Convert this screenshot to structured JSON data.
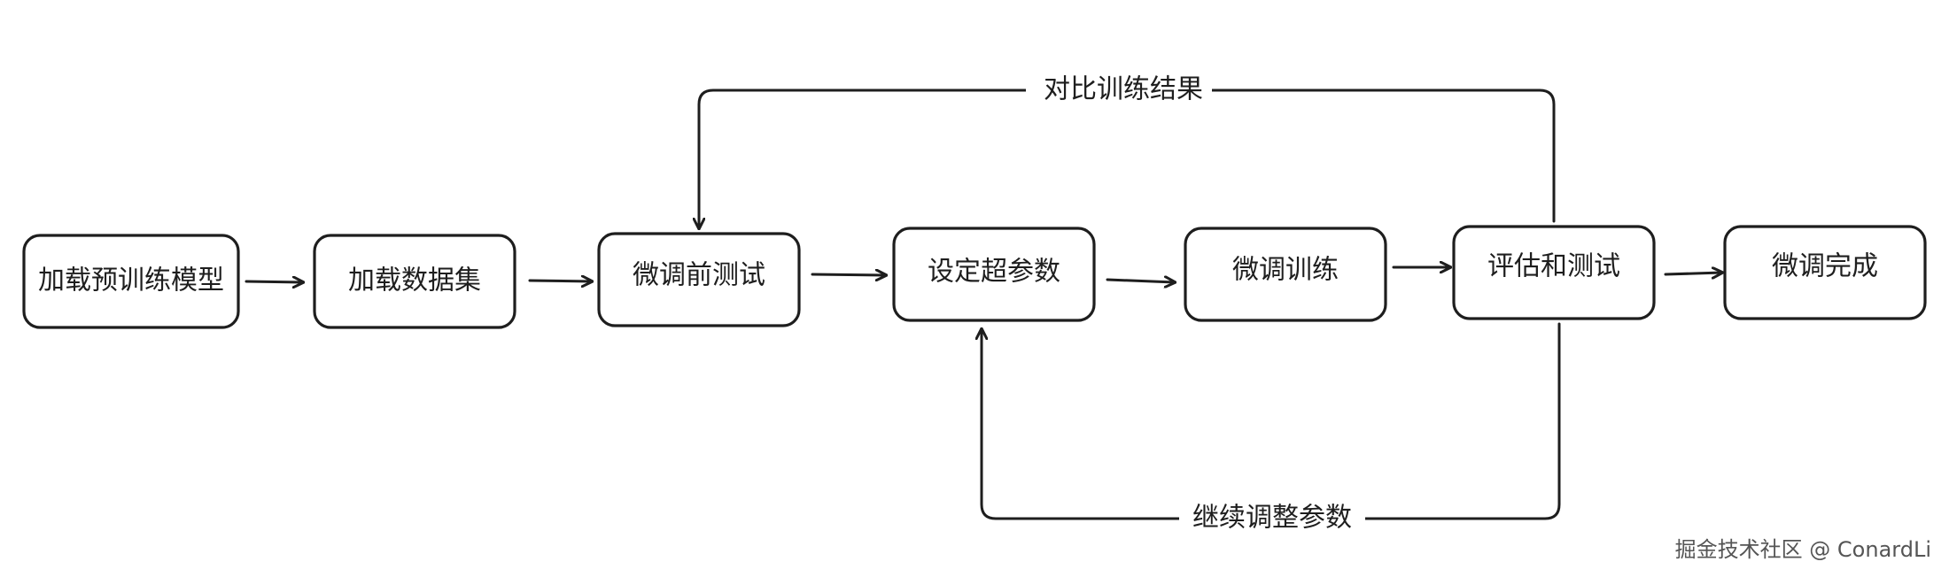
{
  "nodes": [
    {
      "id": "load-pretrained",
      "label": "加载预训练模型"
    },
    {
      "id": "load-dataset",
      "label": "加载数据集"
    },
    {
      "id": "pre-test",
      "label": "微调前测试"
    },
    {
      "id": "set-hyperparams",
      "label": "设定超参数"
    },
    {
      "id": "finetune-train",
      "label": "微调训练"
    },
    {
      "id": "evaluate",
      "label": "评估和测试"
    },
    {
      "id": "done",
      "label": "微调完成"
    }
  ],
  "edges": {
    "compare": {
      "label": "对比训练结果"
    },
    "continue": {
      "label": "继续调整参数"
    }
  },
  "watermark": "掘金技术社区 @ ConardLi"
}
